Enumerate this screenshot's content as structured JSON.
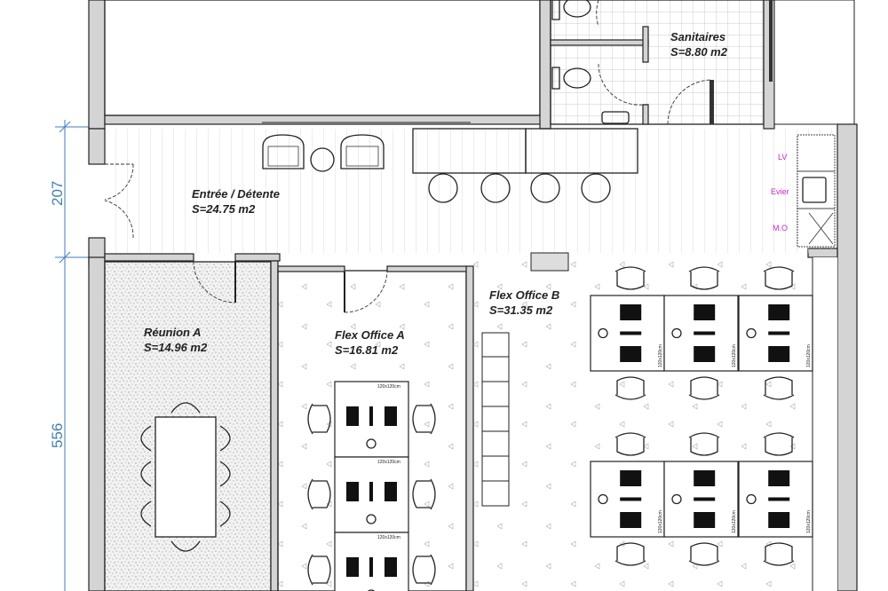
{
  "dimensions": {
    "upper": "207",
    "lower": "556"
  },
  "rooms": {
    "sanitaires": {
      "name": "Sanitaires",
      "area": "S=8.80 m2"
    },
    "entree": {
      "name": "Entrée / Détente",
      "area": "S=24.75 m2"
    },
    "reunion_a": {
      "name": "Réunion A",
      "area": "S=14.96 m2"
    },
    "flex_a": {
      "name": "Flex Office A",
      "area": "S=16.81 m2"
    },
    "flex_b": {
      "name": "Flex Office B",
      "area": "S=31.35 m2"
    }
  },
  "kitchenette": {
    "lv": "LV",
    "evier": "Evier",
    "mo": "M.O"
  },
  "desk_tag": "120x120cm",
  "colors": {
    "dimension": "#3a7fc4",
    "kitchen_labels": "#cc22cc",
    "wall": "#d4d4d4"
  }
}
